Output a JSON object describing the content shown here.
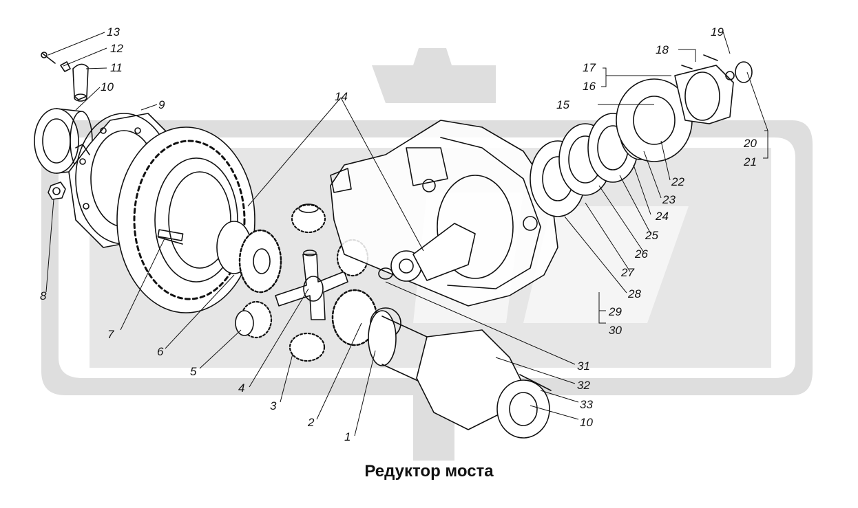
{
  "caption": "Редуктор моста",
  "callouts": {
    "n1": "1",
    "n2": "2",
    "n3": "3",
    "n4": "4",
    "n5": "5",
    "n6": "6",
    "n7": "7",
    "n8": "8",
    "n9": "9",
    "n10a": "10",
    "n10b": "10",
    "n11": "11",
    "n12": "12",
    "n13": "13",
    "n14": "14",
    "n15": "15",
    "n16": "16",
    "n17": "17",
    "n18": "18",
    "n19": "19",
    "n20": "20",
    "n21": "21",
    "n22": "22",
    "n23": "23",
    "n24": "24",
    "n25": "25",
    "n26": "26",
    "n27": "27",
    "n28": "28",
    "n29": "29",
    "n30": "30",
    "n31": "31",
    "n32": "32",
    "n33": "33"
  },
  "colors": {
    "line": "#111111",
    "watermark": "#dcdcdc"
  }
}
